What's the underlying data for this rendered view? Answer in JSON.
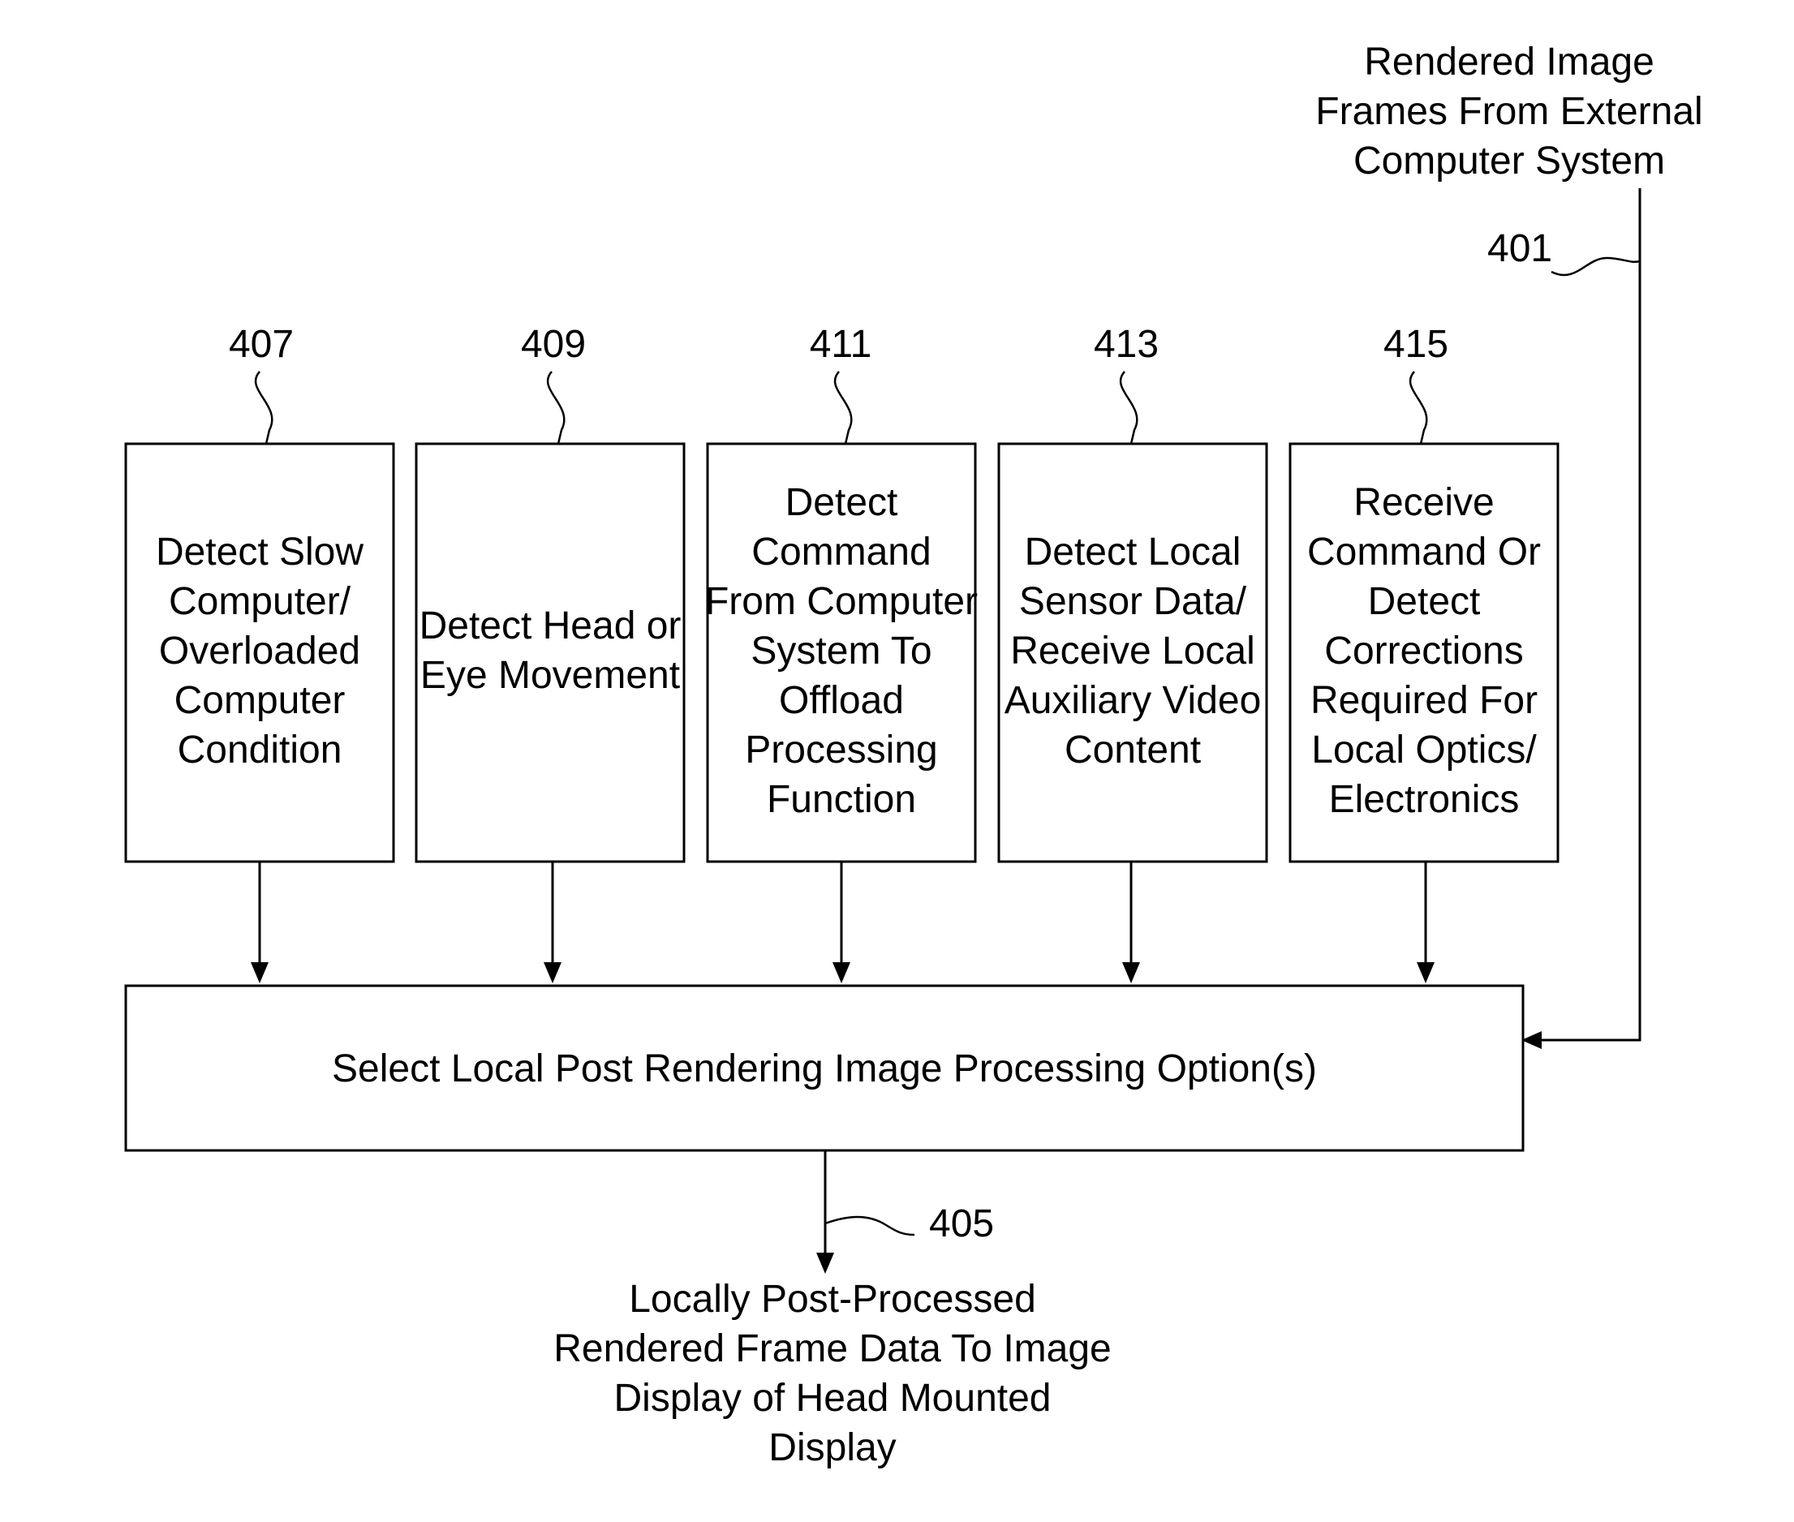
{
  "input": {
    "lines": [
      "Rendered Image",
      "Frames From External",
      "Computer System"
    ],
    "ref": "401"
  },
  "blocks": [
    {
      "ref": "407",
      "lines": [
        "Detect Slow",
        "Computer/",
        "Overloaded",
        "Computer",
        "Condition"
      ]
    },
    {
      "ref": "409",
      "lines": [
        "Detect Head or",
        "Eye Movement"
      ]
    },
    {
      "ref": "411",
      "lines": [
        "Detect",
        "Command",
        "From Computer",
        "System To",
        "Offload",
        "Processing",
        "Function"
      ]
    },
    {
      "ref": "413",
      "lines": [
        "Detect Local",
        "Sensor Data/",
        "Receive Local",
        "Auxiliary Video",
        "Content"
      ]
    },
    {
      "ref": "415",
      "lines": [
        "Receive",
        "Command Or",
        "Detect",
        "Corrections",
        "Required For",
        "Local Optics/",
        "Electronics"
      ]
    }
  ],
  "select_box": {
    "label": "Select Local Post Rendering Image Processing Option(s)"
  },
  "output": {
    "ref": "405",
    "lines": [
      "Locally Post-Processed",
      "Rendered Frame Data To Image",
      "Display of Head Mounted",
      "Display"
    ]
  }
}
